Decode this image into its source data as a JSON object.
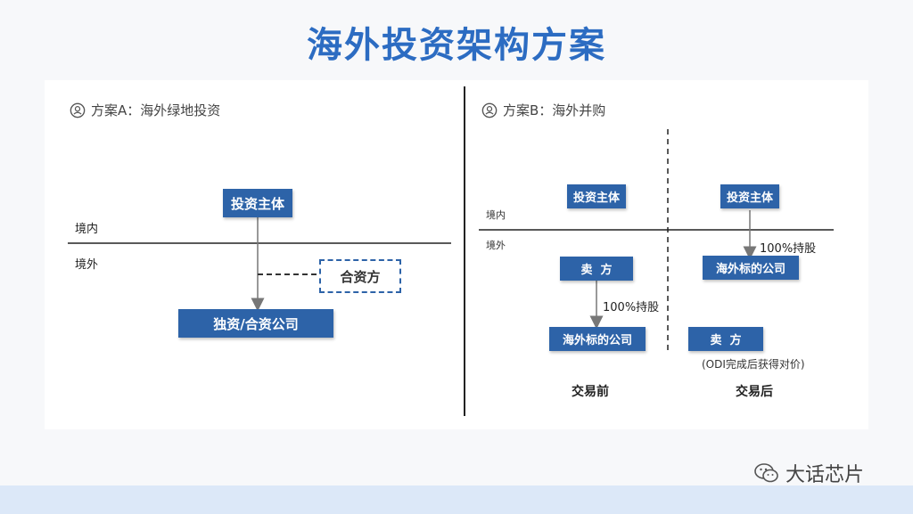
{
  "title": "海外投资架构方案",
  "option_a": {
    "header": "方案A：海外绿地投资",
    "investor": "投资主体",
    "domestic": "境内",
    "overseas": "境外",
    "partner": "合资方",
    "company": "独资/合资公司"
  },
  "option_b": {
    "header": "方案B：海外并购",
    "domestic": "境内",
    "overseas": "境外",
    "before": {
      "investor": "投资主体",
      "seller": "卖  方",
      "holding": "100%持股",
      "target": "海外标的公司",
      "caption": "交易前"
    },
    "after": {
      "investor": "投资主体",
      "holding": "100%持股",
      "target": "海外标的公司",
      "seller": "卖  方",
      "seller_note": "(ODI完成后获得对价)",
      "caption": "交易后"
    }
  },
  "watermark": "大话芯片",
  "colors": {
    "title": "#2c6cc2",
    "box": "#2d63a8"
  }
}
